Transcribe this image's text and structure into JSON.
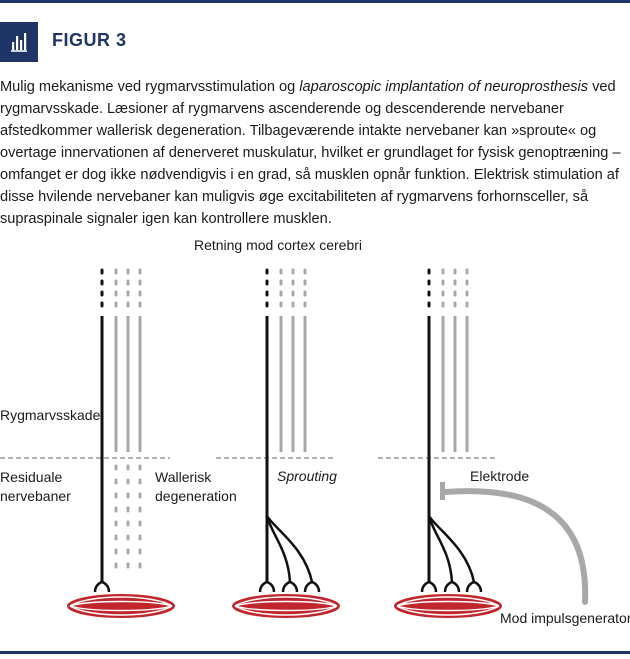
{
  "header": {
    "title": "FIGUR 3",
    "icon": "bar-chart-icon"
  },
  "caption": {
    "part1": "Mulig mekanisme ved rygmarvsstimulation og ",
    "emphasis": "laparoscopic implantation of neuroprosthesis",
    "part2": " ved rygmarvsskade. Læsioner af rygmarvens ascenderende og descenderende nervebaner afstedkommer wallerisk degeneration. Tilbageværende intakte nervebaner kan »sproute« og overtage innervationen af denerveret muskulatur, hvilket er grundlaget for fysisk genoptræning – omfanget er dog ikke nødvendigvis i en grad, så musklen opnår funktion. Elektrisk stimulation af disse hvilende nervebaner kan muligvis øge excitabiliteten af rygmarvens forhornsceller, så supraspinale signaler igen kan kontrollere musklen."
  },
  "diagram": {
    "top_label": "Retning mod cortex cerebri",
    "injury_label": "Rygmarvsskade",
    "residual_label_line1": "Residuale",
    "residual_label_line2": "nervebaner",
    "wallerian_label_line1": "Wallerisk",
    "wallerian_label_line2": "degeneration",
    "sprouting_label": "Sprouting",
    "electrode_label": "Elektrode",
    "generator_label": "Mod impulsgenerator"
  },
  "colors": {
    "navy": "#1f3566",
    "intact_nerve": "#111111",
    "degenerated_nerve": "#a8a8a8",
    "muscle": "#c0262c",
    "injury_line": "#9a9a9a",
    "electrode_lead": "#a8a8a8"
  }
}
